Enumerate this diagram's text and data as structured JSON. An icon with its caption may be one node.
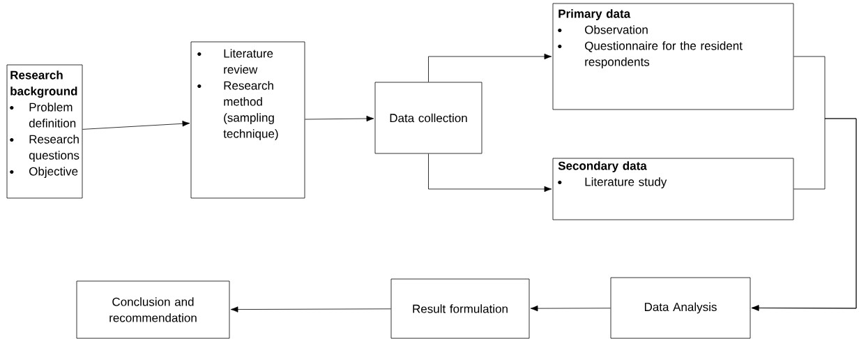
{
  "diagram": {
    "nodes": [
      {
        "text": [
          "Research background",
          "Problem definition",
          "Research questions",
          "Objective"
        ]
      },
      {
        "text": [
          "Literature review",
          "Research method (sampling technique)"
        ]
      },
      {
        "text": [
          "Data collection"
        ]
      },
      {
        "text": [
          "Primary data",
          "Observation",
          "Questionnaire for the resident respondents"
        ]
      },
      {
        "text": [
          "Secondary data",
          "Literature study"
        ]
      },
      {
        "text": [
          "Data Analysis"
        ]
      },
      {
        "text": [
          "Result formulation"
        ]
      },
      {
        "text": [
          "Conclusion and recommendation"
        ]
      }
    ],
    "edges": [
      {
        "from": 0,
        "to": 1,
        "arrow": "to"
      },
      {
        "from": 1,
        "to": 2,
        "arrow": "to"
      },
      {
        "from": 2,
        "to": 3,
        "arrow": "to"
      },
      {
        "from": 2,
        "to": 4,
        "arrow": "to"
      },
      {
        "from": 3,
        "to": 5,
        "arrow": "to"
      },
      {
        "from": 4,
        "to": 5,
        "arrow": "to"
      },
      {
        "from": 5,
        "to": 6,
        "arrow": "to"
      },
      {
        "from": 6,
        "to": 7,
        "arrow": "to"
      }
    ]
  }
}
